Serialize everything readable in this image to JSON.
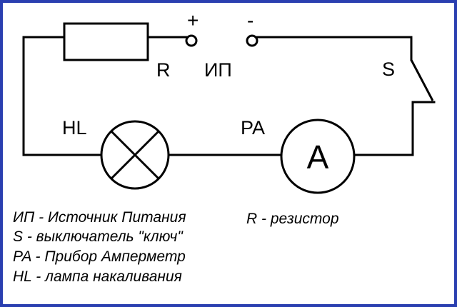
{
  "diagram": {
    "labels": {
      "resistor": "R",
      "power_source": "ИП",
      "plus": "+",
      "minus": "-",
      "switch": "S",
      "lamp": "HL",
      "ammeter": "PA",
      "ammeter_symbol": "A"
    },
    "legend": [
      "ИП - Источник Питания",
      "S - выключатель \"ключ\"",
      "PA - Прибор Амперметр",
      "HL - лампа накаливания",
      "R - резистор"
    ]
  },
  "colors": {
    "frame": "#2a3fb0",
    "line": "#000000",
    "background": "#ffffff"
  }
}
